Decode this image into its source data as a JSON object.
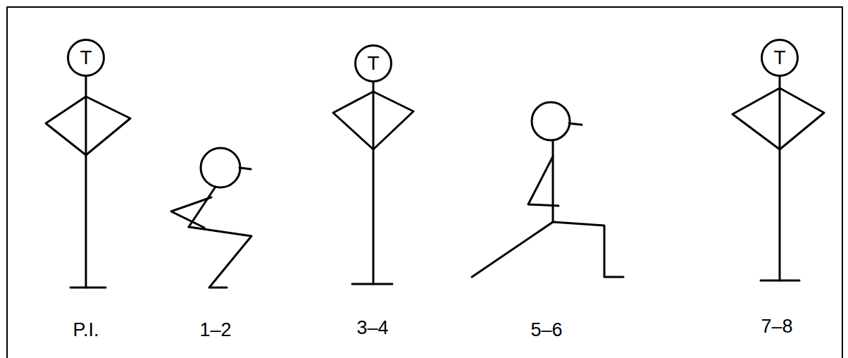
{
  "diagram": {
    "nodes": [
      {
        "text": [
          "T"
        ]
      },
      {
        "text": [
          "T"
        ]
      },
      {
        "text": [
          "T"
        ]
      }
    ],
    "labels": [
      "P.I.",
      "1–2",
      "3–4",
      "5–6",
      "7–8"
    ]
  }
}
